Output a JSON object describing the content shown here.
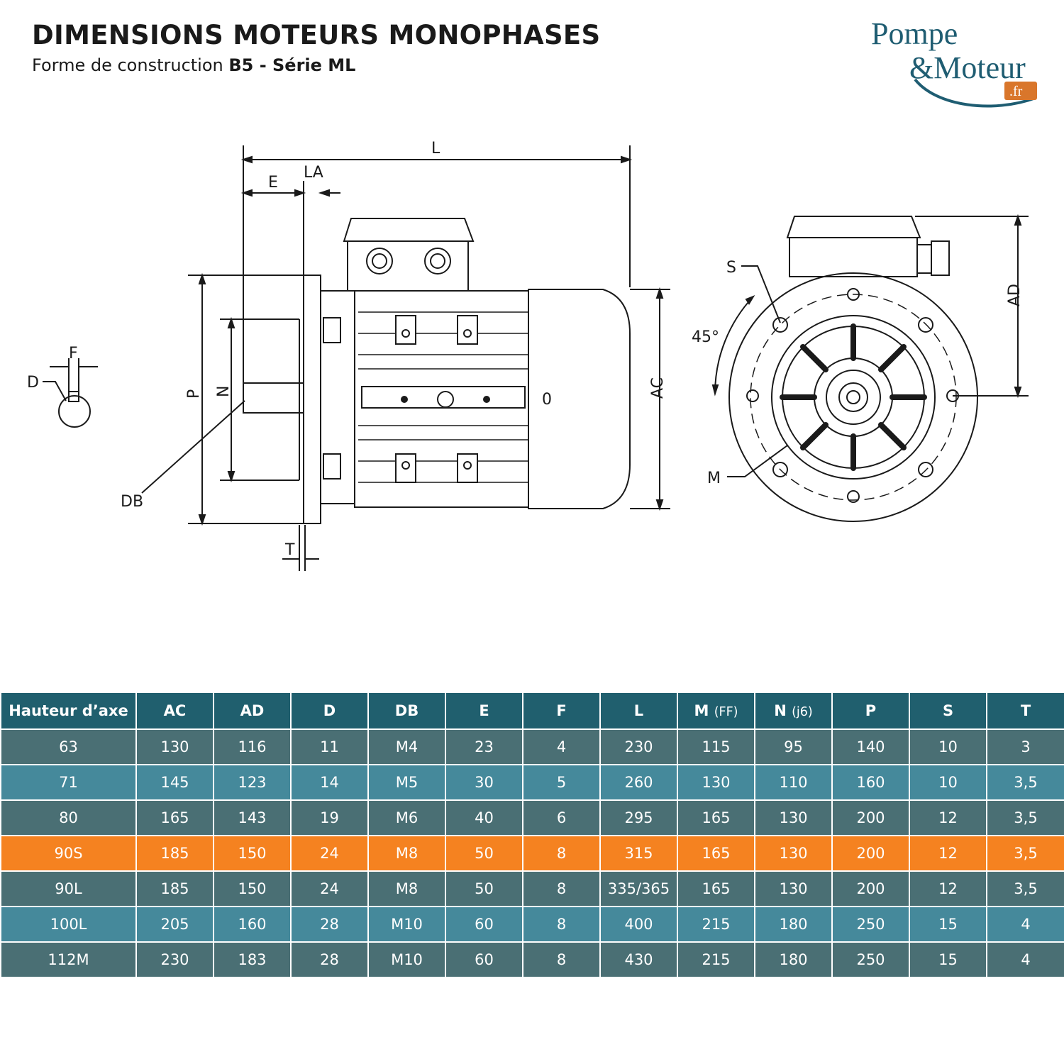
{
  "header": {
    "title": "DIMENSIONS MOTEURS MONOPHASES",
    "subtitle_prefix": "Forme de construction ",
    "subtitle_bold": "B5 - Série ML"
  },
  "logo": {
    "line1": "Pompe",
    "line2": "&Moteur",
    "suffix": ".fr",
    "colors": {
      "text": "#1f5d72",
      "badge": "#d9762b"
    }
  },
  "diagram_labels": {
    "L": "L",
    "LA": "LA",
    "E": "E",
    "F": "F",
    "D": "D",
    "P": "P",
    "N": "N",
    "DB": "DB",
    "T": "T",
    "AC": "AC",
    "O": "0",
    "S": "S",
    "angle": "45°",
    "M": "M",
    "AD": "AD"
  },
  "table": {
    "headers": [
      {
        "main": "Hauteur d’axe",
        "sub": ""
      },
      {
        "main": "AC",
        "sub": ""
      },
      {
        "main": "AD",
        "sub": ""
      },
      {
        "main": "D",
        "sub": ""
      },
      {
        "main": "DB",
        "sub": ""
      },
      {
        "main": "E",
        "sub": ""
      },
      {
        "main": "F",
        "sub": ""
      },
      {
        "main": "L",
        "sub": ""
      },
      {
        "main": "M",
        "sub": "(FF)"
      },
      {
        "main": "N",
        "sub": "(j6)"
      },
      {
        "main": "P",
        "sub": ""
      },
      {
        "main": "S",
        "sub": ""
      },
      {
        "main": "T",
        "sub": ""
      }
    ],
    "rows": [
      [
        "63",
        "130",
        "116",
        "11",
        "M4",
        "23",
        "4",
        "230",
        "115",
        "95",
        "140",
        "10",
        "3"
      ],
      [
        "71",
        "145",
        "123",
        "14",
        "M5",
        "30",
        "5",
        "260",
        "130",
        "110",
        "160",
        "10",
        "3,5"
      ],
      [
        "80",
        "165",
        "143",
        "19",
        "M6",
        "40",
        "6",
        "295",
        "165",
        "130",
        "200",
        "12",
        "3,5"
      ],
      [
        "90S",
        "185",
        "150",
        "24",
        "M8",
        "50",
        "8",
        "315",
        "165",
        "130",
        "200",
        "12",
        "3,5"
      ],
      [
        "90L",
        "185",
        "150",
        "24",
        "M8",
        "50",
        "8",
        "335/365",
        "165",
        "130",
        "200",
        "12",
        "3,5"
      ],
      [
        "100L",
        "205",
        "160",
        "28",
        "M10",
        "60",
        "8",
        "400",
        "215",
        "180",
        "250",
        "15",
        "4"
      ],
      [
        "112M",
        "230",
        "183",
        "28",
        "M10",
        "60",
        "8",
        "430",
        "215",
        "180",
        "250",
        "15",
        "4"
      ]
    ],
    "highlighted_row": "90S",
    "colors": {
      "header": "#205f6e",
      "row_dark": "#4a6f74",
      "row_light": "#45899b",
      "highlight": "#f58220"
    }
  }
}
